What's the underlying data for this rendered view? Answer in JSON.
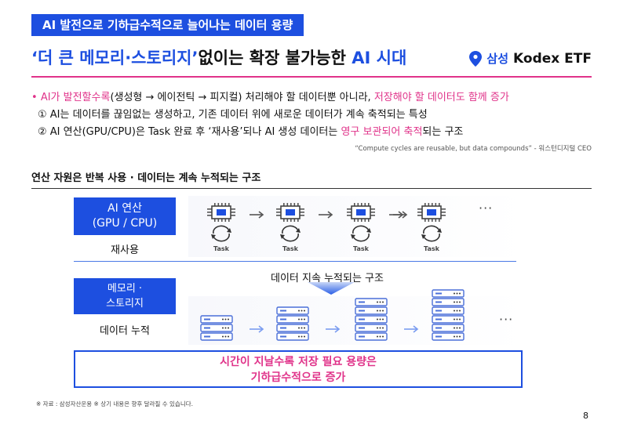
{
  "banner": "AI 발전으로 기하급수적으로 늘어나는 데이터 용량",
  "headline": {
    "quote_part": "‘더 큰 메모리·스토리지’",
    "mid_part": "없이는 확장 불가능한 ",
    "ai_part": "AI 시대"
  },
  "brand": {
    "samsung": "삼성",
    "kodex": "Kodex ETF",
    "color": "#1d4fe0"
  },
  "bullets": {
    "b1_prefix": "• ",
    "b1_pink1": "AI가 발전할수록",
    "b1_mid": "(생성형 → 에이전틱 → 피지컬) 처리해야 할 데이터뿐 아니라, ",
    "b1_pink2": "저장해야 할 데이터도 함께 증가",
    "b2": "① AI는 데이터를 끊임없는 생성하고, 기존 데이터 위에 새로운 데이터가 계속 축적되는 특성",
    "b3_pre": "② AI 연산(GPU/CPU)은 Task 완료 후 ‘재사용’되나 AI 생성 데이터는 ",
    "b3_pink": "영구 보관되어 축적",
    "b3_post": "되는 구조"
  },
  "quote": "“Compute cycles are reusable, but data compounds” - 워스턴디지털 CEO",
  "section_title": "연산 자원은 반복 사용 · 데이터는 계속 누적되는 구조",
  "diagram": {
    "compute_box_line1": "AI 연산",
    "compute_box_line2": "(GPU / CPU)",
    "reuse_label": "재사용",
    "task_label": "Task",
    "more": "···",
    "mid_label": "데이터 지속 누적되는 구조",
    "memory_box_line1": "메모리 ·",
    "memory_box_line2": "스토리지",
    "accum_label": "데이터 누적",
    "result_line1": "시간이 지날수록 저장 필요 용량은",
    "result_line2": "기하급수적으로 증가"
  },
  "footnote": "※ 자료 : 삼성자산운용 ※ 상기 내용은 향후 달라질 수 있습니다.",
  "page_number": "8",
  "colors": {
    "accent_blue": "#1d4fe0",
    "accent_pink": "#e0338a"
  }
}
